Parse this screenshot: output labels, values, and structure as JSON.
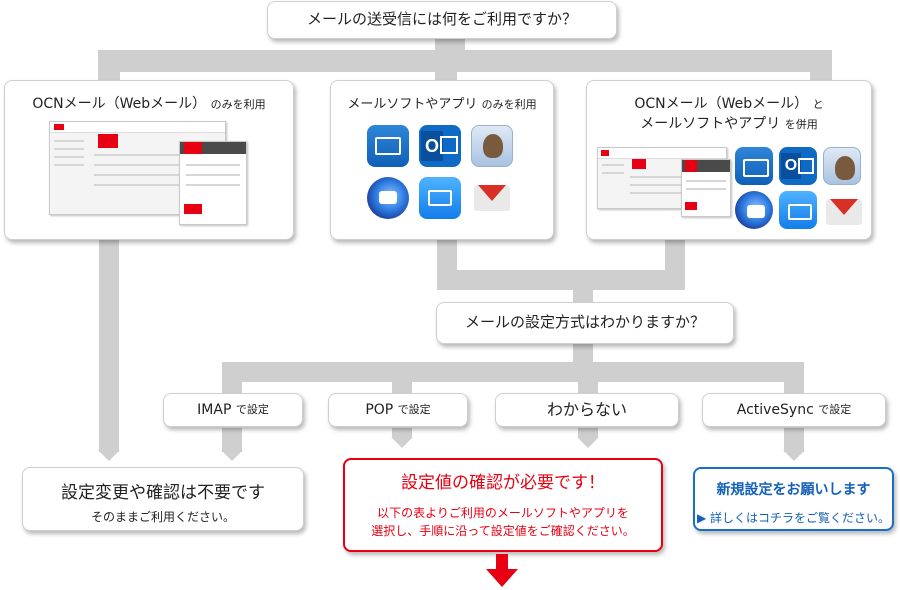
{
  "top_question": "メールの送受信には何をご利用ですか？",
  "options": {
    "webmail": {
      "title": "OCNメール（Webメール）",
      "suffix": "のみを利用",
      "screenshot": "OCN webmail screenshot"
    },
    "mailsoft": {
      "title": "メールソフトやアプリ",
      "suffix": "のみを利用",
      "icons": [
        "windows-mail-icon",
        "outlook-icon",
        "mac-mail-icon",
        "thunderbird-icon",
        "ios-mail-icon",
        "gmail-icon"
      ]
    },
    "both": {
      "line1": "OCNメール（Webメール）",
      "line1_suffix": "と",
      "line2": "メールソフトやアプリ",
      "line2_suffix": "を併用"
    }
  },
  "second_question": "メールの設定方式はわかりますか？",
  "methods": [
    {
      "name": "IMAP",
      "suffix": "で設定"
    },
    {
      "name": "POP",
      "suffix": "で設定"
    },
    {
      "name": "わからない",
      "suffix": ""
    },
    {
      "name": "ActiveSync",
      "suffix": "で設定"
    }
  ],
  "results": {
    "no_change": {
      "title": "設定変更や確認は不要です",
      "sub": "そのままご利用ください。"
    },
    "check": {
      "title": "設定値の確認が必要です！",
      "line1": "以下の表よりご利用のメールソフトやアプリを",
      "line2": "選択し、手順に沿って設定値をご確認ください。"
    },
    "new": {
      "title": "新規設定をお願いします",
      "link": "▶ 詳しくはコチラをご覧ください。"
    }
  },
  "colors": {
    "connector": "#cfcfcf",
    "red": "#e60012",
    "blue": "#1a6fc4",
    "blue_text": "#1460b8"
  }
}
